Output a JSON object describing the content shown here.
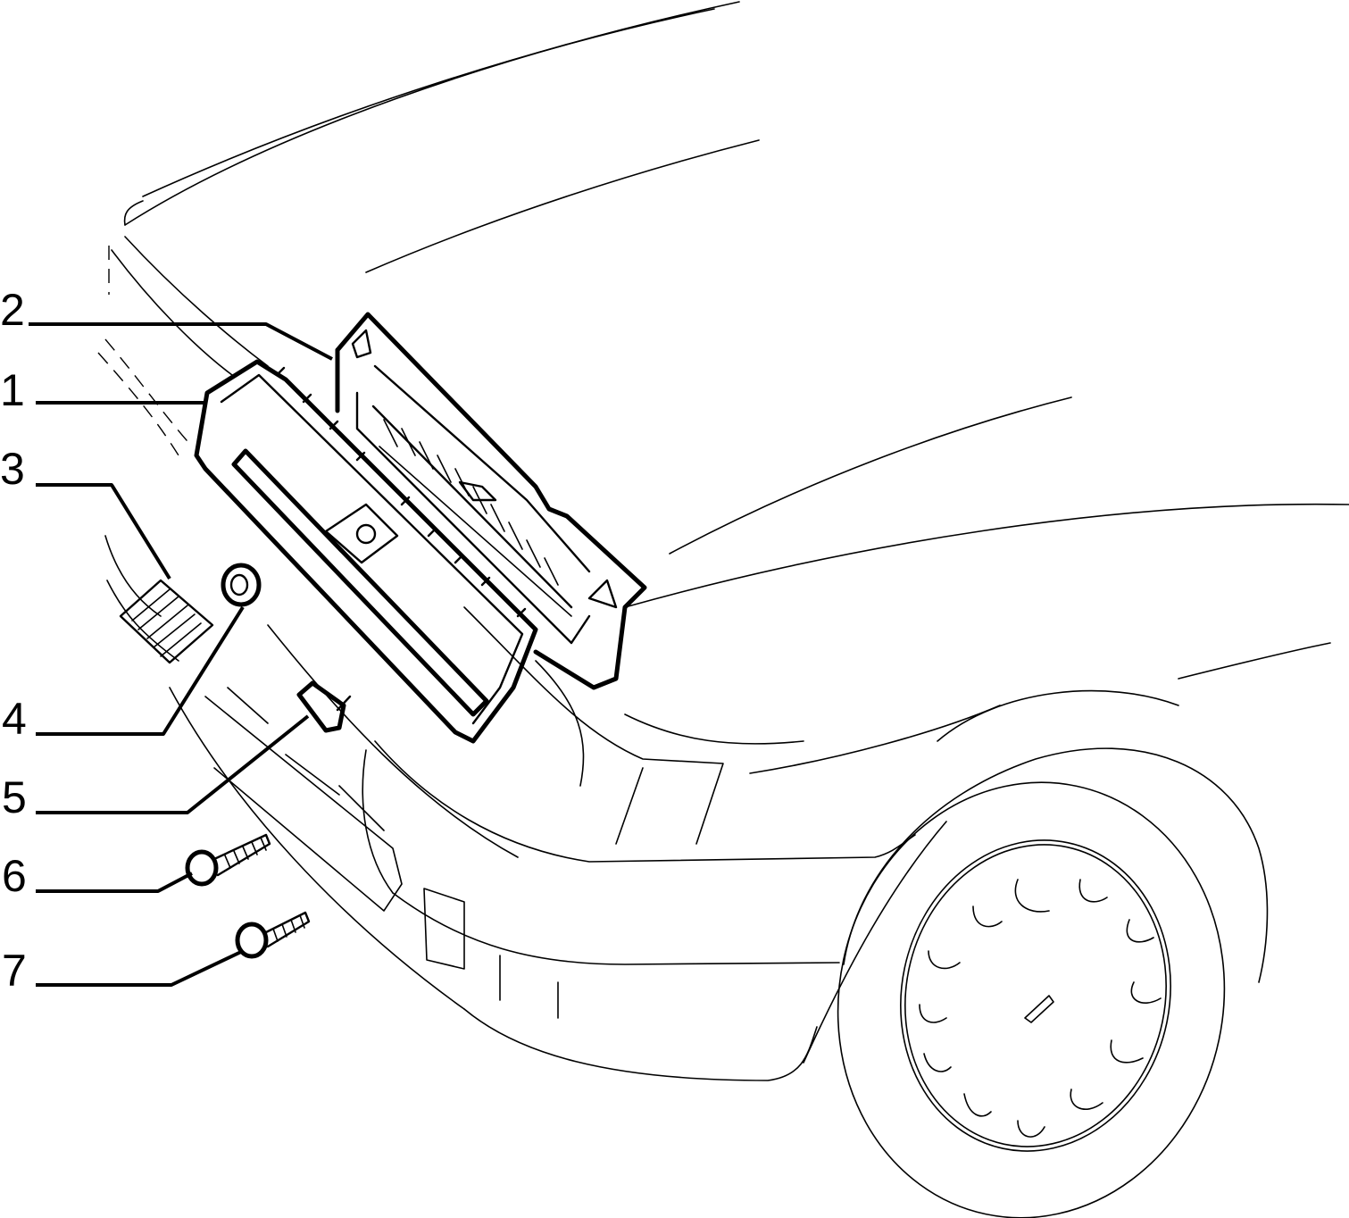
{
  "callouts": [
    {
      "id": "2",
      "label": "2"
    },
    {
      "id": "1",
      "label": "1"
    },
    {
      "id": "3",
      "label": "3"
    },
    {
      "id": "4",
      "label": "4"
    },
    {
      "id": "5",
      "label": "5"
    },
    {
      "id": "6",
      "label": "6"
    },
    {
      "id": "7",
      "label": "7"
    }
  ]
}
